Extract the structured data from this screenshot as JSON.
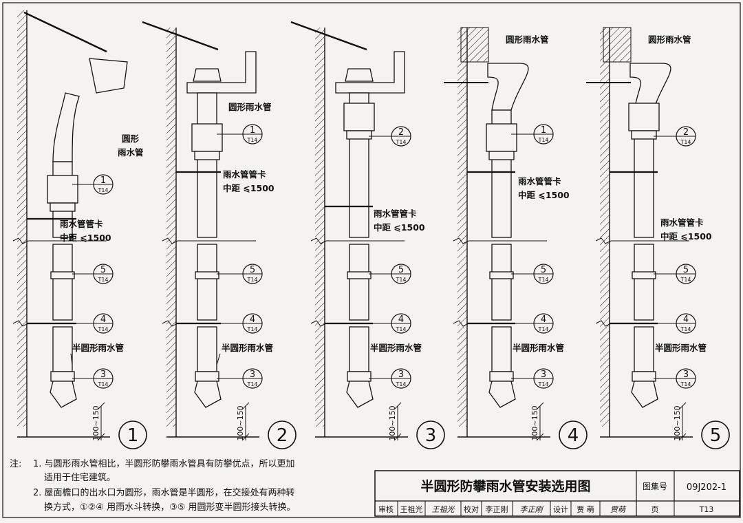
{
  "panels": [
    {
      "number": "1",
      "callouts": [
        {
          "label": "圆形",
          "label2": "雨水管"
        },
        {
          "label": "雨水管管卡",
          "label2": "中距 ⩽1500"
        },
        {
          "label": "半圆形雨水管"
        }
      ],
      "details": [
        {
          "num": "1",
          "sheet": "T14"
        },
        {
          "num": "5",
          "sheet": "T14"
        },
        {
          "num": "4",
          "sheet": "T14"
        },
        {
          "num": "3",
          "sheet": "T14"
        }
      ]
    },
    {
      "number": "2",
      "callouts": [
        {
          "label": "圆形雨水管"
        },
        {
          "label": "雨水管管卡",
          "label2": "中距 ⩽1500"
        },
        {
          "label": "半圆形雨水管"
        }
      ],
      "details": [
        {
          "num": "1",
          "sheet": "T14"
        },
        {
          "num": "5",
          "sheet": "T14"
        },
        {
          "num": "4",
          "sheet": "T14"
        },
        {
          "num": "3",
          "sheet": "T14"
        }
      ]
    },
    {
      "number": "3",
      "callouts": [
        {
          "label": "雨水管管卡",
          "label2": "中距 ⩽1500"
        },
        {
          "label": "半圆形雨水管"
        }
      ],
      "details": [
        {
          "num": "2",
          "sheet": "T14"
        },
        {
          "num": "5",
          "sheet": "T14"
        },
        {
          "num": "4",
          "sheet": "T14"
        },
        {
          "num": "3",
          "sheet": "T14"
        }
      ]
    },
    {
      "number": "4",
      "callouts": [
        {
          "label": "圆形雨水管"
        },
        {
          "label": "雨水管管卡",
          "label2": "中距 ⩽1500"
        },
        {
          "label": "半圆形雨水管"
        }
      ],
      "details": [
        {
          "num": "1",
          "sheet": "T14"
        },
        {
          "num": "5",
          "sheet": "T14"
        },
        {
          "num": "4",
          "sheet": "T14"
        },
        {
          "num": "3",
          "sheet": "T14"
        }
      ]
    },
    {
      "number": "5",
      "callouts": [
        {
          "label": "圆形雨水管"
        },
        {
          "label": "雨水管管卡",
          "label2": "中距 ⩽1500"
        },
        {
          "label": "半圆形雨水管"
        }
      ],
      "details": [
        {
          "num": "2",
          "sheet": "T14"
        },
        {
          "num": "5",
          "sheet": "T14"
        },
        {
          "num": "4",
          "sheet": "T14"
        },
        {
          "num": "3",
          "sheet": "T14"
        }
      ]
    }
  ],
  "dimension": "100~150",
  "notes": {
    "prefix": "注:",
    "line1": "1. 与圆形雨水管相比，半圆形防攀雨水管具有防攀优点，所以更加",
    "line1b": "适用于住宅建筑。",
    "line2": "2. 屋面檐口的出水口为圆形，雨水管是半圆形，在交接处有两种转",
    "line2b": "换方式，①②④ 用雨水斗转换，③⑤ 用圆形变半圆形接头转换。"
  },
  "titleblock": {
    "title": "半圆形防攀雨水管安装选用图",
    "atlas_label": "图集号",
    "atlas_no": "09J202-1",
    "review_label": "审核",
    "review_name": "王祖光",
    "review_sign": "王祖光",
    "check_label": "校对",
    "check_name": "李正刚",
    "check_sign": "李正刚",
    "design_label": "设计",
    "design_name": "贾  萌",
    "design_sign": "贾萌",
    "page_label": "页",
    "page_no": "T13"
  }
}
